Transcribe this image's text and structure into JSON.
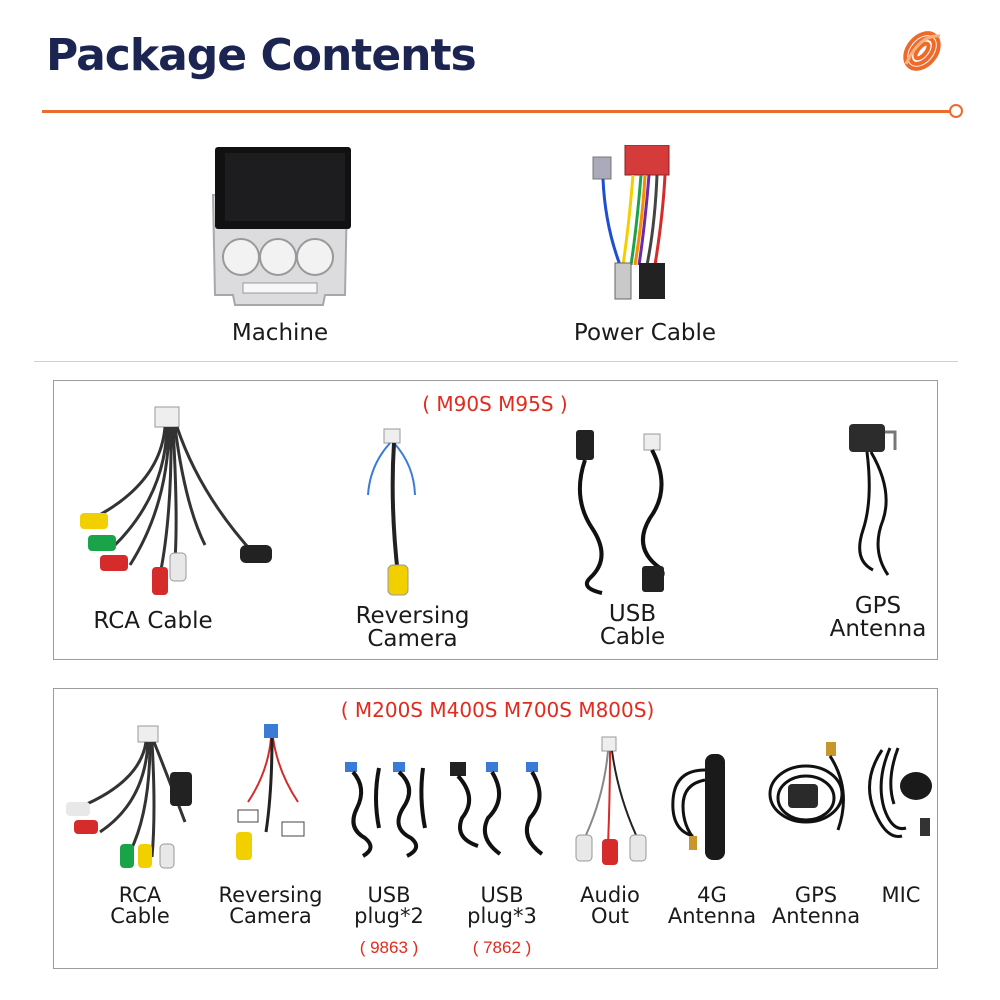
{
  "header": {
    "title": "Package Contents",
    "logo_icon": "orange-coil-logo",
    "accent_color": "#ee6a2c",
    "title_color": "#1c2452"
  },
  "top_items": [
    {
      "label": "Machine",
      "icon": "car-stereo-unit-icon"
    },
    {
      "label": "Power Cable",
      "icon": "power-harness-icon"
    }
  ],
  "panel_1": {
    "models": "( M90S M95S )",
    "items": [
      {
        "label_lines": [
          "RCA Cable"
        ],
        "icon": "rca-cable-icon"
      },
      {
        "label_lines": [
          "Reversing",
          "Camera"
        ],
        "icon": "reversing-camera-cable-icon"
      },
      {
        "label_lines": [
          "USB",
          "Cable"
        ],
        "icon": "usb-cable-icon"
      },
      {
        "label_lines": [
          "GPS",
          "Antenna"
        ],
        "icon": "gps-antenna-icon"
      }
    ]
  },
  "panel_2": {
    "models": "( M200S M400S M700S M800S)",
    "model_color": "#e02b1e",
    "items": [
      {
        "label_lines": [
          "RCA",
          "Cable"
        ],
        "icon": "rca-cable-icon"
      },
      {
        "label_lines": [
          "Reversing",
          "Camera"
        ],
        "icon": "reversing-camera-cable-icon"
      },
      {
        "label_lines": [
          "USB",
          "plug*2"
        ],
        "code": "( 9863 )",
        "icon": "usb-plug-icon"
      },
      {
        "label_lines": [
          "USB",
          "plug*3"
        ],
        "code": "( 7862 )",
        "icon": "usb-plug-icon"
      },
      {
        "label_lines": [
          "Audio",
          "Out"
        ],
        "icon": "audio-out-cable-icon"
      },
      {
        "label_lines": [
          "4G",
          "Antenna"
        ],
        "icon": "4g-antenna-icon"
      },
      {
        "label_lines": [
          "GPS",
          "Antenna"
        ],
        "icon": "gps-antenna-icon"
      },
      {
        "label_lines": [
          "MIC"
        ],
        "icon": "microphone-icon"
      }
    ]
  }
}
